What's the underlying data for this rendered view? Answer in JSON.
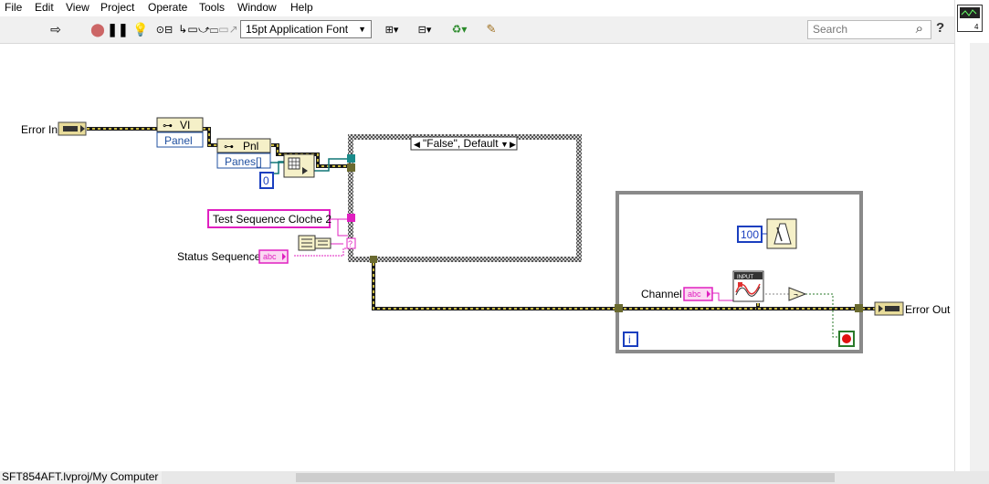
{
  "menu": [
    "File",
    "Edit",
    "View",
    "Project",
    "Operate",
    "Tools",
    "Window",
    "Help"
  ],
  "toolbar": {
    "font": "15pt Application Font",
    "search_placeholder": "Search"
  },
  "diagram": {
    "error_in": "Error In",
    "vi_ref": "VI",
    "panel_prop": "Panel",
    "pnl_ref": "Pnl",
    "panes_prop": "Panes[]",
    "index_const": "0",
    "case_selector": "\"False\", Default",
    "test_seq": "Test Sequence Cloche 2",
    "status_seq": "Status Sequence",
    "wait_ms": "100",
    "channel": "Channel",
    "input_label": "INPUT",
    "loop_iter": "i",
    "error_out": "Error Out",
    "abc": "abc"
  },
  "status": {
    "path": "SFT854AFT.lvproj/My Computer"
  }
}
